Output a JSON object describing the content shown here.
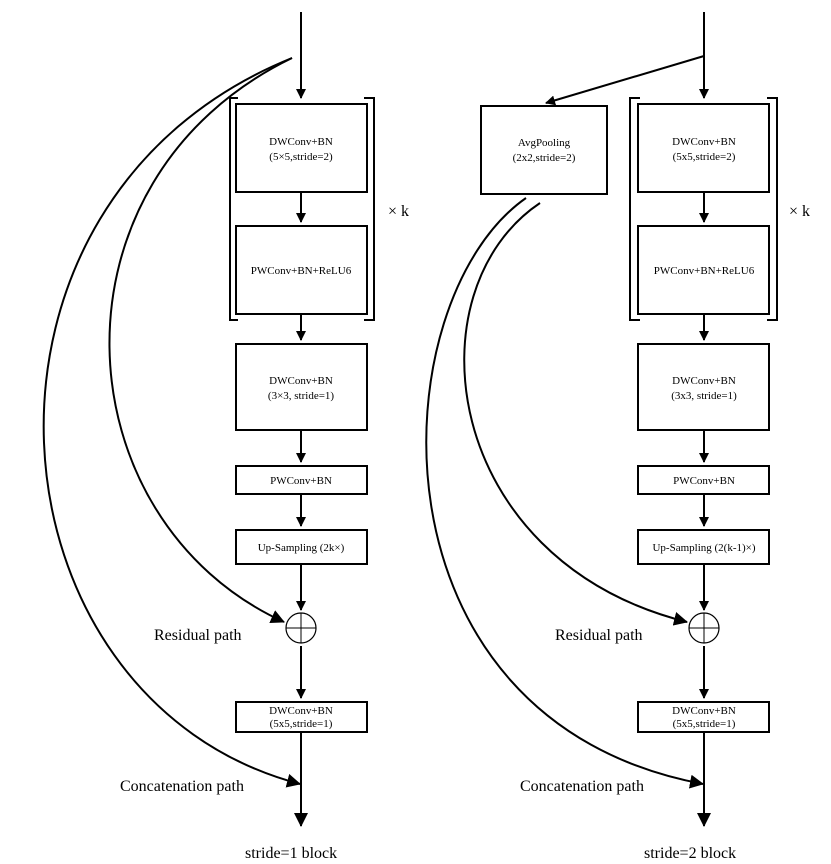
{
  "left_block": {
    "dwconv1_line1": "DWConv+BN",
    "dwconv1_line2": "(5×5,stride=2)",
    "pwconv_relu": "PWConv+BN+ReLU6",
    "repeat": "× k",
    "dwconv2_line1": "DWConv+BN",
    "dwconv2_line2": "(3×3, stride=1)",
    "pwconv": "PWConv+BN",
    "upsampling": "Up-Sampling (2k×)",
    "residual": "Residual path",
    "dwconv3_line1": "DWConv+BN",
    "dwconv3_line2": "(5x5,stride=1)",
    "concat": "Concatenation path",
    "caption": "stride=1 block"
  },
  "right_block": {
    "avgpool_line1": "AvgPooling",
    "avgpool_line2": "(2x2,stride=2)",
    "dwconv1_line1": "DWConv+BN",
    "dwconv1_line2": "(5x5,stride=2)",
    "pwconv_relu": "PWConv+BN+ReLU6",
    "repeat": "× k",
    "dwconv2_line1": "DWConv+BN",
    "dwconv2_line2": "(3x3, stride=1)",
    "pwconv": "PWConv+BN",
    "upsampling": "Up-Sampling (2(k-1)×)",
    "residual": "Residual path",
    "dwconv3_line1": "DWConv+BN",
    "dwconv3_line2": "(5x5,stride=1)",
    "concat": "Concatenation path",
    "caption": "stride=2 block"
  }
}
